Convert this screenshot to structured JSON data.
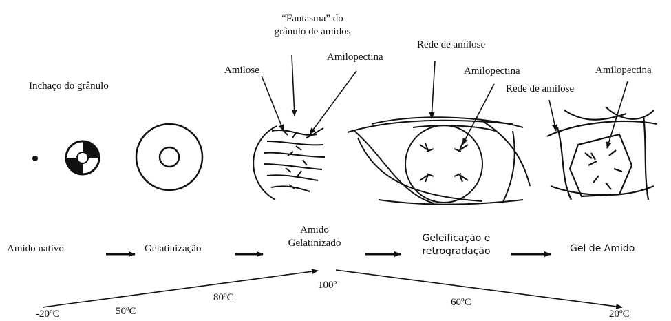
{
  "top_labels": {
    "swelling": "Inchaço do grânulo",
    "ghost": "“Fantasma” do\ngrânulo de amidos",
    "amylose": "Amilose",
    "amylopectin_1": "Amilopectina",
    "amylose_network_1": "Rede de amilose",
    "amylopectin_2": "Amilopectina",
    "amylose_network_2": "Rede de amilose",
    "amylopectin_3": "Amilopectina"
  },
  "stages": {
    "native": "Amido nativo",
    "gelatinization": "Gelatinização",
    "gelatinized": "Amido\nGelatinizado",
    "retrogradation": "Geleificação e\nretrogradação",
    "gel": "Gel de Amido"
  },
  "temperatures": {
    "t1": "-20ºC",
    "t2": "50ºC",
    "t3": "80ºC",
    "t4": "100º",
    "t5": "60ºC",
    "t6": "20ºC"
  }
}
